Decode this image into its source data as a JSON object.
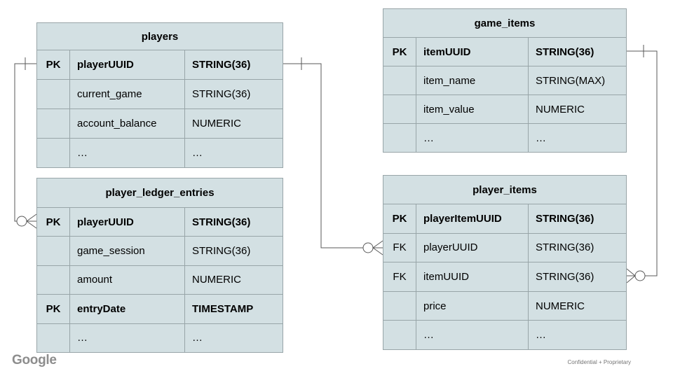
{
  "diagram": {
    "tables": [
      {
        "id": "players",
        "title": "players",
        "rows": [
          {
            "key": "PK",
            "name": "playerUUID",
            "type": "STRING(36)"
          },
          {
            "key": "",
            "name": "current_game",
            "type": "STRING(36)"
          },
          {
            "key": "",
            "name": "account_balance",
            "type": "NUMERIC"
          },
          {
            "key": "",
            "name": "…",
            "type": "…"
          }
        ]
      },
      {
        "id": "game_items",
        "title": "game_items",
        "rows": [
          {
            "key": "PK",
            "name": "itemUUID",
            "type": "STRING(36)"
          },
          {
            "key": "",
            "name": "item_name",
            "type": "STRING(MAX)"
          },
          {
            "key": "",
            "name": "item_value",
            "type": "NUMERIC"
          },
          {
            "key": "",
            "name": "…",
            "type": "…"
          }
        ]
      },
      {
        "id": "player_ledger_entries",
        "title": "player_ledger_entries",
        "rows": [
          {
            "key": "PK",
            "name": "playerUUID",
            "type": "STRING(36)"
          },
          {
            "key": "",
            "name": "game_session",
            "type": "STRING(36)"
          },
          {
            "key": "",
            "name": "amount",
            "type": "NUMERIC"
          },
          {
            "key": "PK",
            "name": "entryDate",
            "type": "TIMESTAMP"
          },
          {
            "key": "",
            "name": "…",
            "type": "…"
          }
        ]
      },
      {
        "id": "player_items",
        "title": "player_items",
        "rows": [
          {
            "key": "PK",
            "name": "playerItemUUID",
            "type": "STRING(36)"
          },
          {
            "key": "FK",
            "name": "playerUUID",
            "type": "STRING(36)"
          },
          {
            "key": "FK",
            "name": "itemUUID",
            "type": "STRING(36)"
          },
          {
            "key": "",
            "name": "price",
            "type": "NUMERIC"
          },
          {
            "key": "",
            "name": "…",
            "type": "…"
          }
        ]
      }
    ],
    "relationships": [
      {
        "from": "players.playerUUID",
        "to": "player_ledger_entries.playerUUID",
        "from_cardinality": "one",
        "to_cardinality": "zero-or-many"
      },
      {
        "from": "players.playerUUID",
        "to": "player_items.playerUUID",
        "from_cardinality": "one",
        "to_cardinality": "zero-or-many"
      },
      {
        "from": "game_items.itemUUID",
        "to": "player_items.itemUUID",
        "from_cardinality": "one",
        "to_cardinality": "zero-or-many"
      }
    ]
  },
  "footer": {
    "logo": "Google",
    "note": "Confidential + Proprietary"
  },
  "colors": {
    "table_fill": "#d3e0e3",
    "table_border": "#98a5a8",
    "connector": "#595959",
    "logo_gray": "#8d8d8d",
    "note_gray": "#757575"
  }
}
